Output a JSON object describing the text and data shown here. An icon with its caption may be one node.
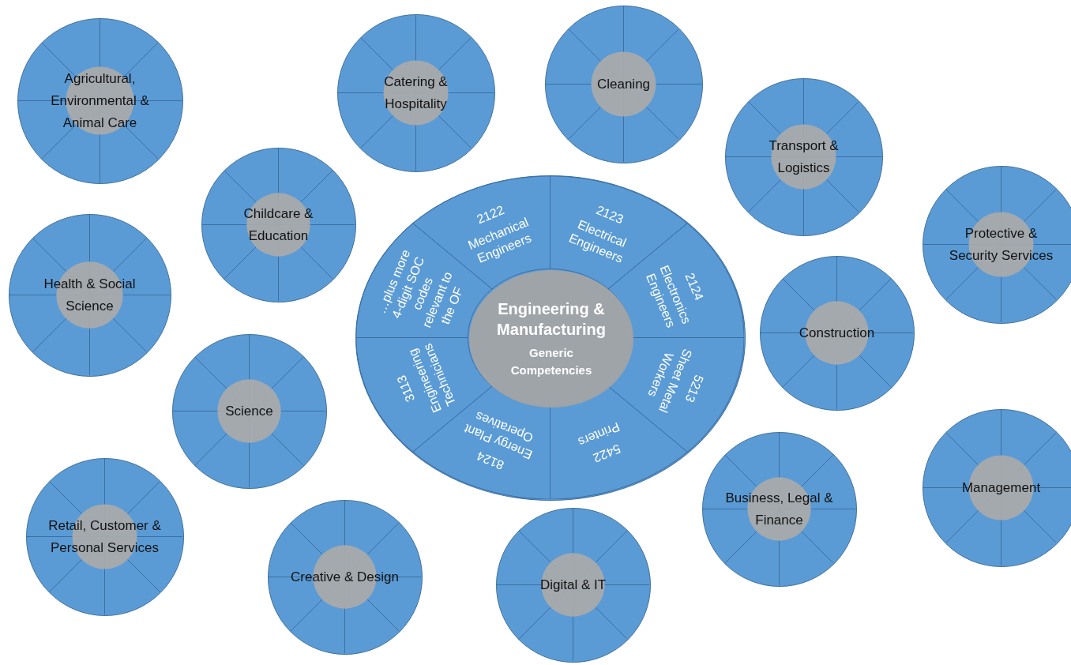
{
  "diagram": {
    "nodes": [
      {
        "text": [
          "Agricultural, Environmental & Animal Care"
        ]
      },
      {
        "text": [
          "Catering & Hospitality"
        ]
      },
      {
        "text": [
          "Cleaning"
        ]
      },
      {
        "text": [
          "Transport & Logistics"
        ]
      },
      {
        "text": [
          "Childcare & Education"
        ]
      },
      {
        "text": [],
        "shape": "circle"
      },
      {
        "text": [
          "2122",
          "Mechanical Engineers"
        ],
        "in": 5
      },
      {
        "text": [
          "2123",
          "Electrical Engineers"
        ],
        "in": 5
      },
      {
        "text": [
          "2124",
          "Electronics Engineers"
        ],
        "in": 5
      },
      {
        "text": [
          "5213",
          "Sheet Metal Workers"
        ],
        "in": 5
      },
      {
        "text": [
          "5422",
          "Printers"
        ],
        "in": 5
      },
      {
        "text": [
          "8124",
          "Energy Plant Operatives"
        ],
        "in": 5
      },
      {
        "text": [
          "3113",
          "Engineering Technicians"
        ],
        "in": 5
      },
      {
        "text": [
          "…plus more 4-digit SOC codes relevant to the OF"
        ],
        "in": 5
      },
      {
        "text": [
          "Engineering & Manufacturing",
          "Generic Competencies"
        ],
        "in": 5
      },
      {
        "text": [
          "Protective & Security Services"
        ]
      },
      {
        "text": [
          "Health & Social Science"
        ]
      },
      {
        "text": [
          "Construction"
        ]
      },
      {
        "text": [
          "Science"
        ]
      },
      {
        "text": [
          "Management"
        ]
      },
      {
        "text": [
          "Business, Legal & Finance"
        ]
      },
      {
        "text": [
          "Retail, Customer & Personal Services"
        ]
      },
      {
        "text": [
          "Creative & Design"
        ]
      },
      {
        "text": [
          "Digital & IT"
        ]
      }
    ]
  }
}
